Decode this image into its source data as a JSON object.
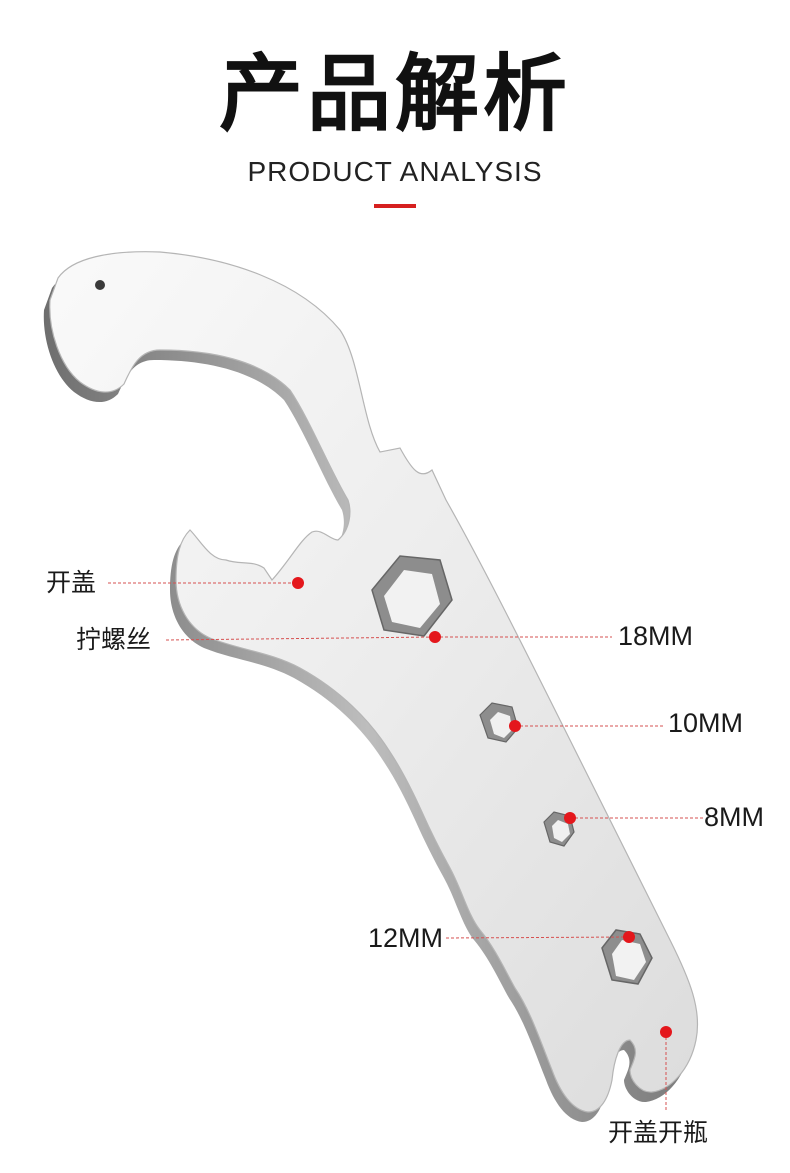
{
  "header": {
    "title": "产品解析",
    "subtitle": "PRODUCT ANALYSIS"
  },
  "callouts": {
    "open_lid": "开盖",
    "tighten_screw": "拧螺丝",
    "size_18": "18MM",
    "size_10": "10MM",
    "size_8": "8MM",
    "size_12": "12MM",
    "open_lid_bottle": "开盖开瓶"
  },
  "colors": {
    "accent": "#d6201f",
    "marker": "#e4171c",
    "leader": "#d65050",
    "metal_face": "#ededed",
    "metal_edge": "#8c8c8c"
  }
}
